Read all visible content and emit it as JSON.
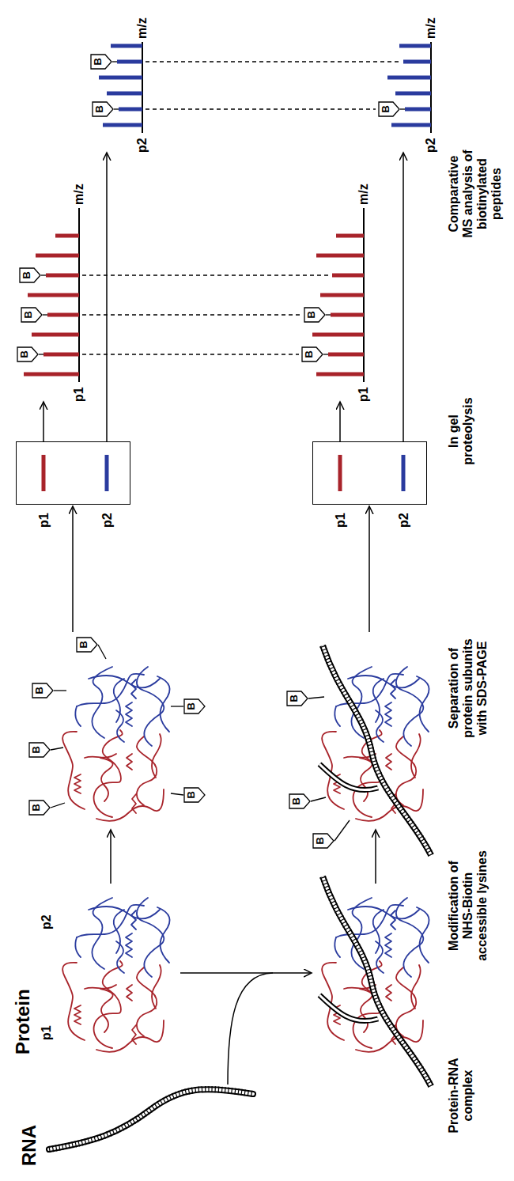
{
  "diagram": {
    "nodes": [
      {
        "text": [
          "Protein",
          "p1",
          "p2"
        ]
      },
      {
        "text": [
          "RNA"
        ]
      },
      {
        "text": [
          "B"
        ]
      },
      {
        "text": [
          "B"
        ]
      },
      {
        "text": [
          "B"
        ]
      },
      {
        "text": [
          "B"
        ]
      },
      {
        "text": [
          "B"
        ]
      },
      {
        "text": [
          "B"
        ]
      },
      {
        "text": [
          "p1",
          "p2"
        ]
      },
      {
        "text": [
          "p1",
          "m/z"
        ]
      },
      {
        "text": [
          "B"
        ]
      },
      {
        "text": [
          "B"
        ]
      },
      {
        "text": [
          "B"
        ]
      },
      {
        "text": [
          "p2",
          "m/z"
        ]
      },
      {
        "text": [
          "B"
        ]
      },
      {
        "text": [
          "B"
        ]
      },
      {
        "text": [
          "B"
        ]
      },
      {
        "text": [
          "B"
        ]
      },
      {
        "text": [
          "B"
        ]
      },
      {
        "text": [
          "p1",
          "p2"
        ]
      },
      {
        "text": [
          "p1",
          "m/z"
        ]
      },
      {
        "text": [
          "B"
        ]
      },
      {
        "text": [
          "B"
        ]
      },
      {
        "text": [
          "p2",
          "m/z"
        ]
      },
      {
        "text": [
          "B"
        ]
      }
    ],
    "edges": [
      {
        "from": 8,
        "to": 9,
        "arrow": "to"
      },
      {
        "from": 8,
        "to": 13,
        "arrow": "to"
      },
      {
        "from": 19,
        "to": 20,
        "arrow": "to"
      },
      {
        "from": 19,
        "to": 23,
        "arrow": "to"
      }
    ],
    "labels": [
      "Protein-RNA complex",
      "Modification of NHS-Biotin accessible lysines",
      "Separation of protein subunits with SDS-PAGE",
      "In gel proteolysis",
      "Comparative MS analysis of biotinylated peptides"
    ]
  }
}
